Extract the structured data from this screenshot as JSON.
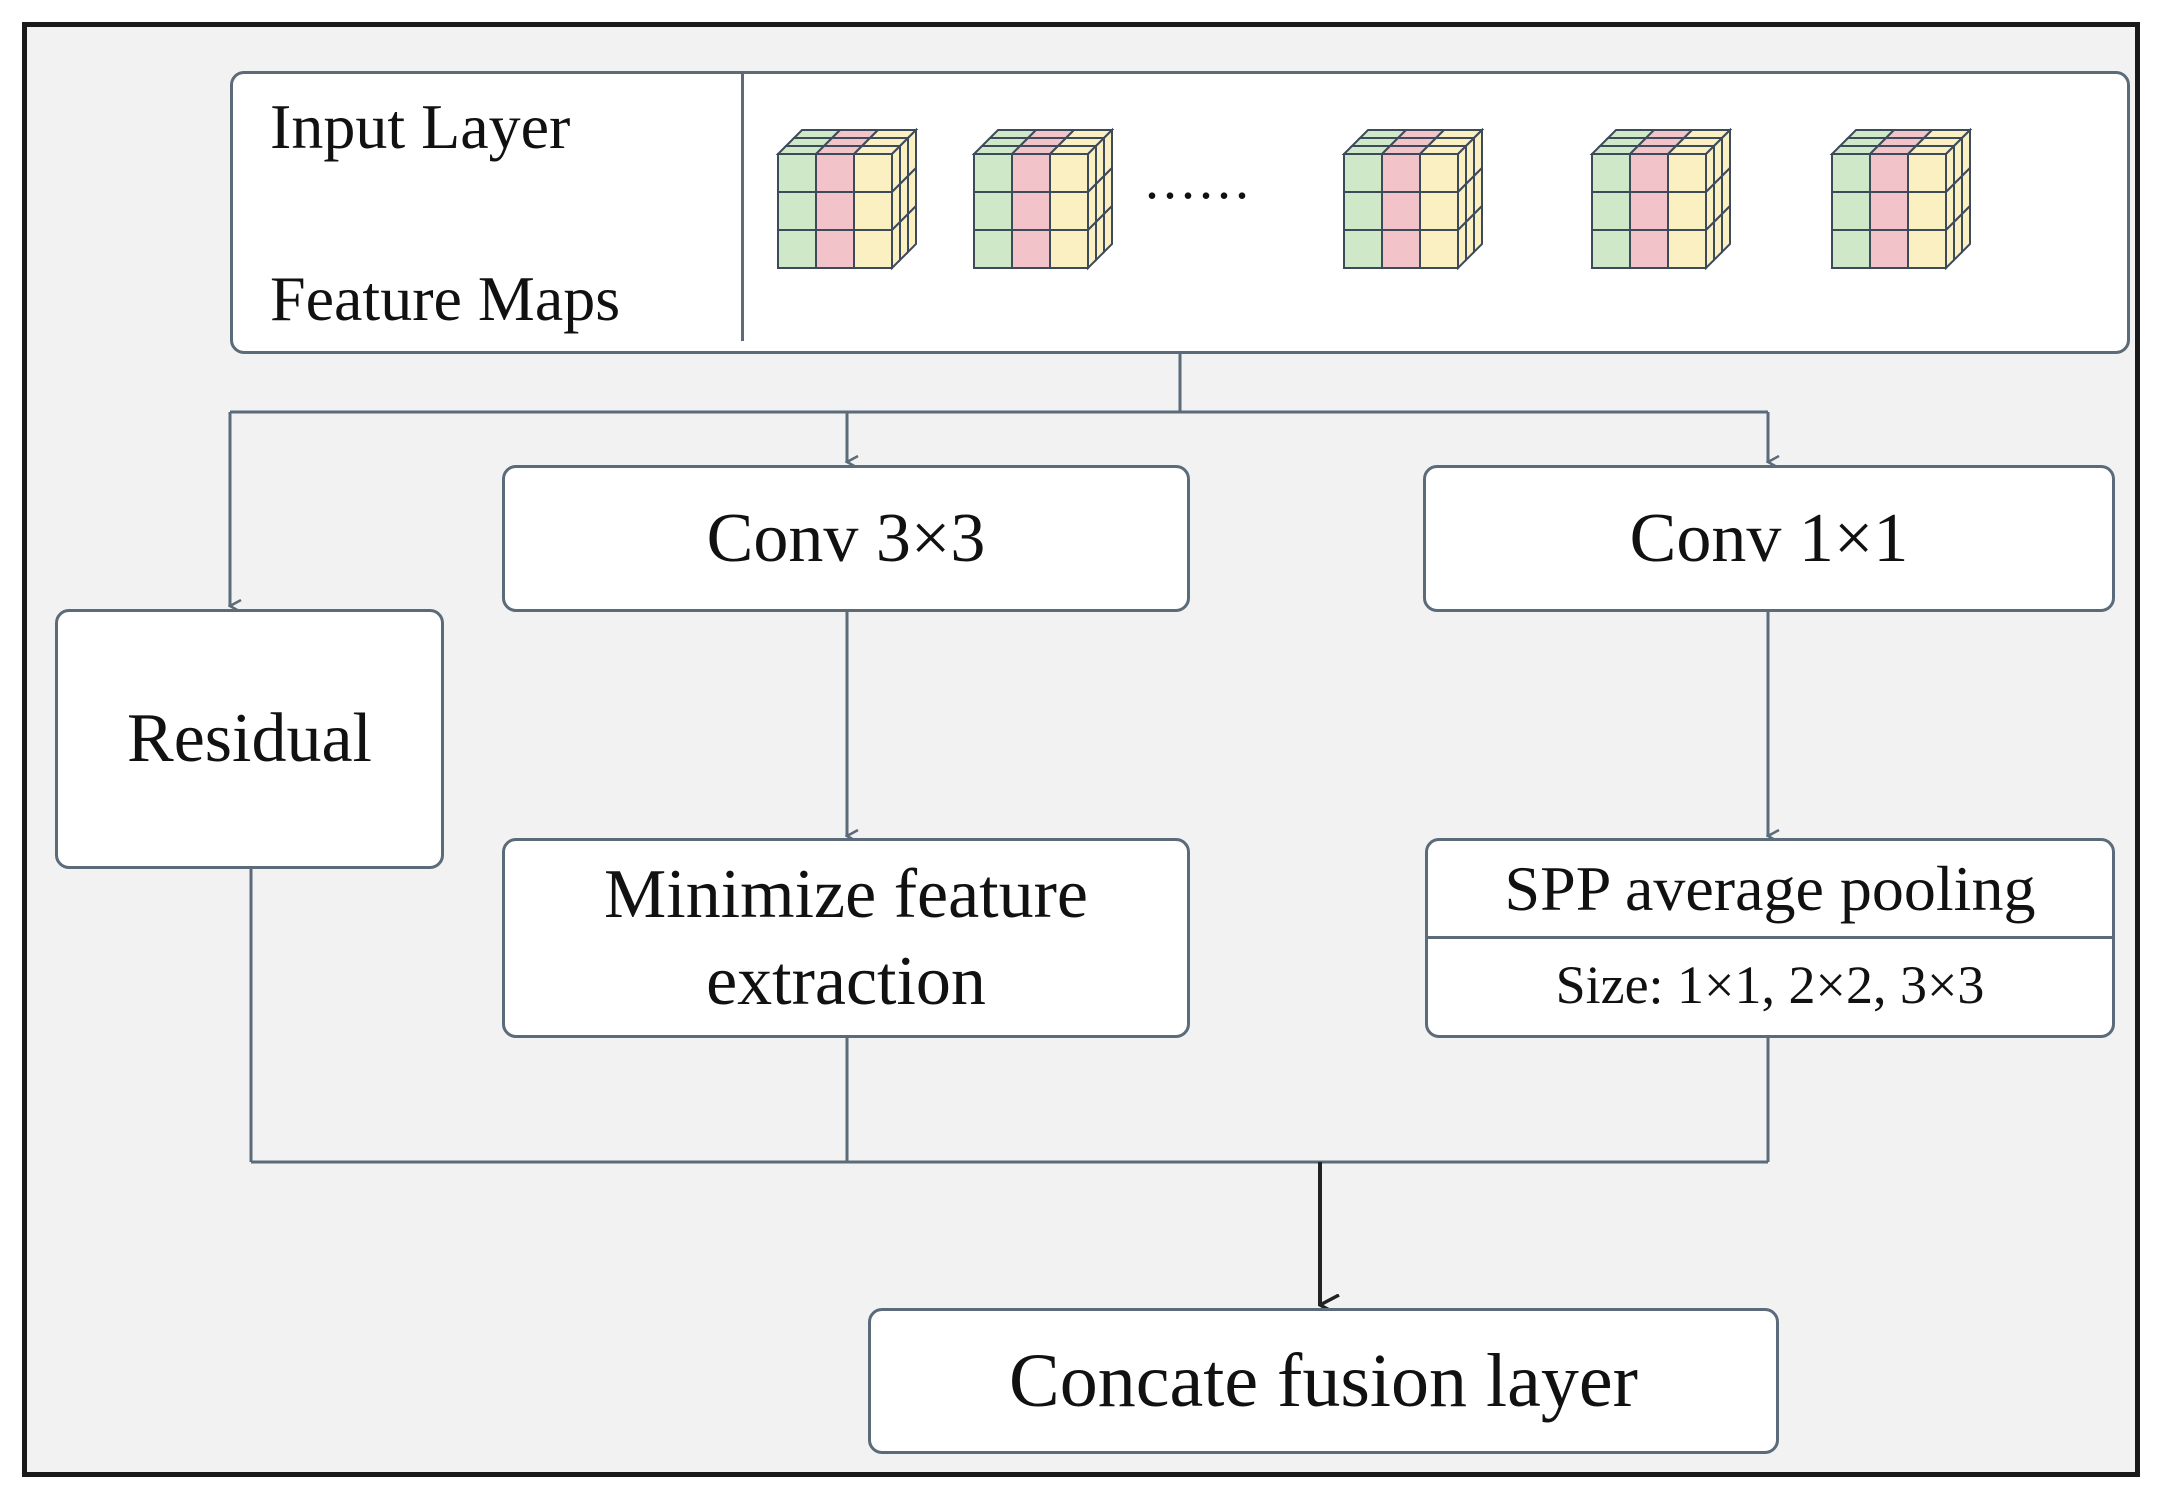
{
  "input": {
    "title": "Input Layer",
    "subtitle": "Feature Maps",
    "ellipsis": "......"
  },
  "branches": {
    "residual": "Residual",
    "conv3": "Conv 3×3",
    "conv1": "Conv 1×1",
    "minimize": "Minimize feature extraction",
    "spp_title": "SPP average pooling",
    "spp_sizes": "Size: 1×1, 2×2, 3×3"
  },
  "output": {
    "concat": "Concate fusion layer"
  },
  "colors": {
    "green": "#cfe8c8",
    "pink": "#f2c4c9",
    "yellow": "#fbf0c2",
    "edge": "#3d4a5a"
  }
}
